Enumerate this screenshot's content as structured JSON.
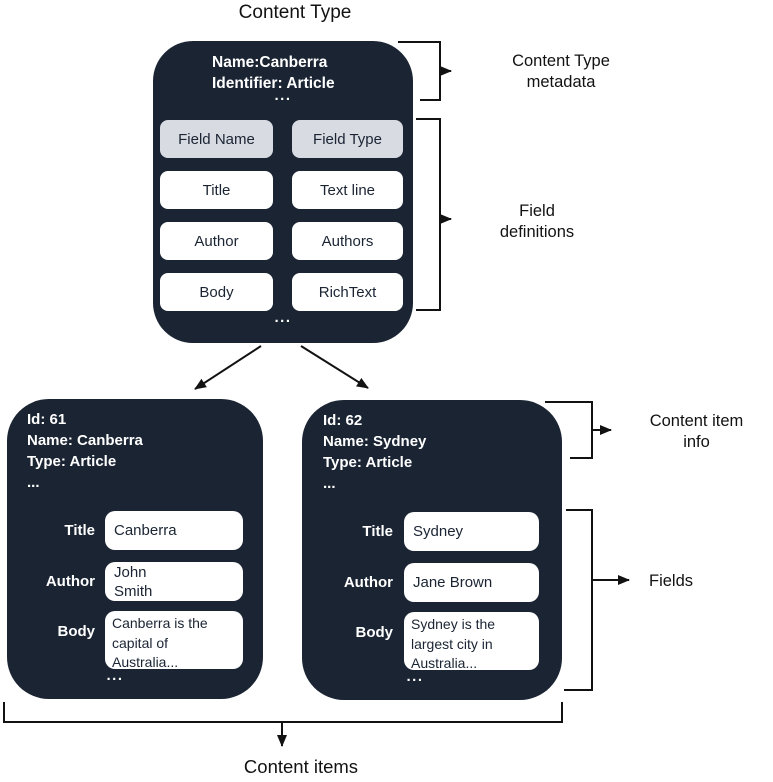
{
  "title": "Content Type",
  "bottom_label": "Content items",
  "colors": {
    "canvas_bg": "#ffffff",
    "box_bg": "#1a2433",
    "header_cell_bg": "#d9dbe2",
    "cell_bg": "#ffffff",
    "text_light": "#ffffff",
    "text_dark": "#1a2433",
    "line": "#121212"
  },
  "content_type_box": {
    "meta": [
      "Name:Canberra",
      "Identifier: Article"
    ],
    "ellipsis_top": "...",
    "ellipsis_bottom": "...",
    "table": {
      "header": {
        "name": "Field Name",
        "type": "Field Type"
      },
      "rows": [
        {
          "name": "Title",
          "type": "Text line"
        },
        {
          "name": "Author",
          "type": "Authors"
        },
        {
          "name": "Body",
          "type": "RichText"
        }
      ]
    }
  },
  "annotations": {
    "metadata": [
      "Content Type",
      "metadata"
    ],
    "field_definitions": [
      "Field",
      "definitions"
    ],
    "item_info": [
      "Content item",
      "info"
    ],
    "fields": "Fields"
  },
  "items": [
    {
      "meta": [
        "Id: 61",
        "Name: Canberra",
        "Type: Article",
        "..."
      ],
      "fields": [
        {
          "label": "Title",
          "value": [
            "Canberra"
          ]
        },
        {
          "label": "Author",
          "value": [
            "John",
            "Smith"
          ]
        },
        {
          "label": "Body",
          "value": [
            "Canberra is the",
            "capital of",
            "Australia..."
          ]
        }
      ],
      "ellipsis": "..."
    },
    {
      "meta": [
        "Id: 62",
        "Name: Sydney",
        "Type: Article",
        "..."
      ],
      "fields": [
        {
          "label": "Title",
          "value": [
            "Sydney"
          ]
        },
        {
          "label": "Author",
          "value": [
            "Jane Brown"
          ]
        },
        {
          "label": "Body",
          "value": [
            "Sydney is the",
            "largest city in",
            "Australia..."
          ]
        }
      ],
      "ellipsis": "..."
    }
  ]
}
